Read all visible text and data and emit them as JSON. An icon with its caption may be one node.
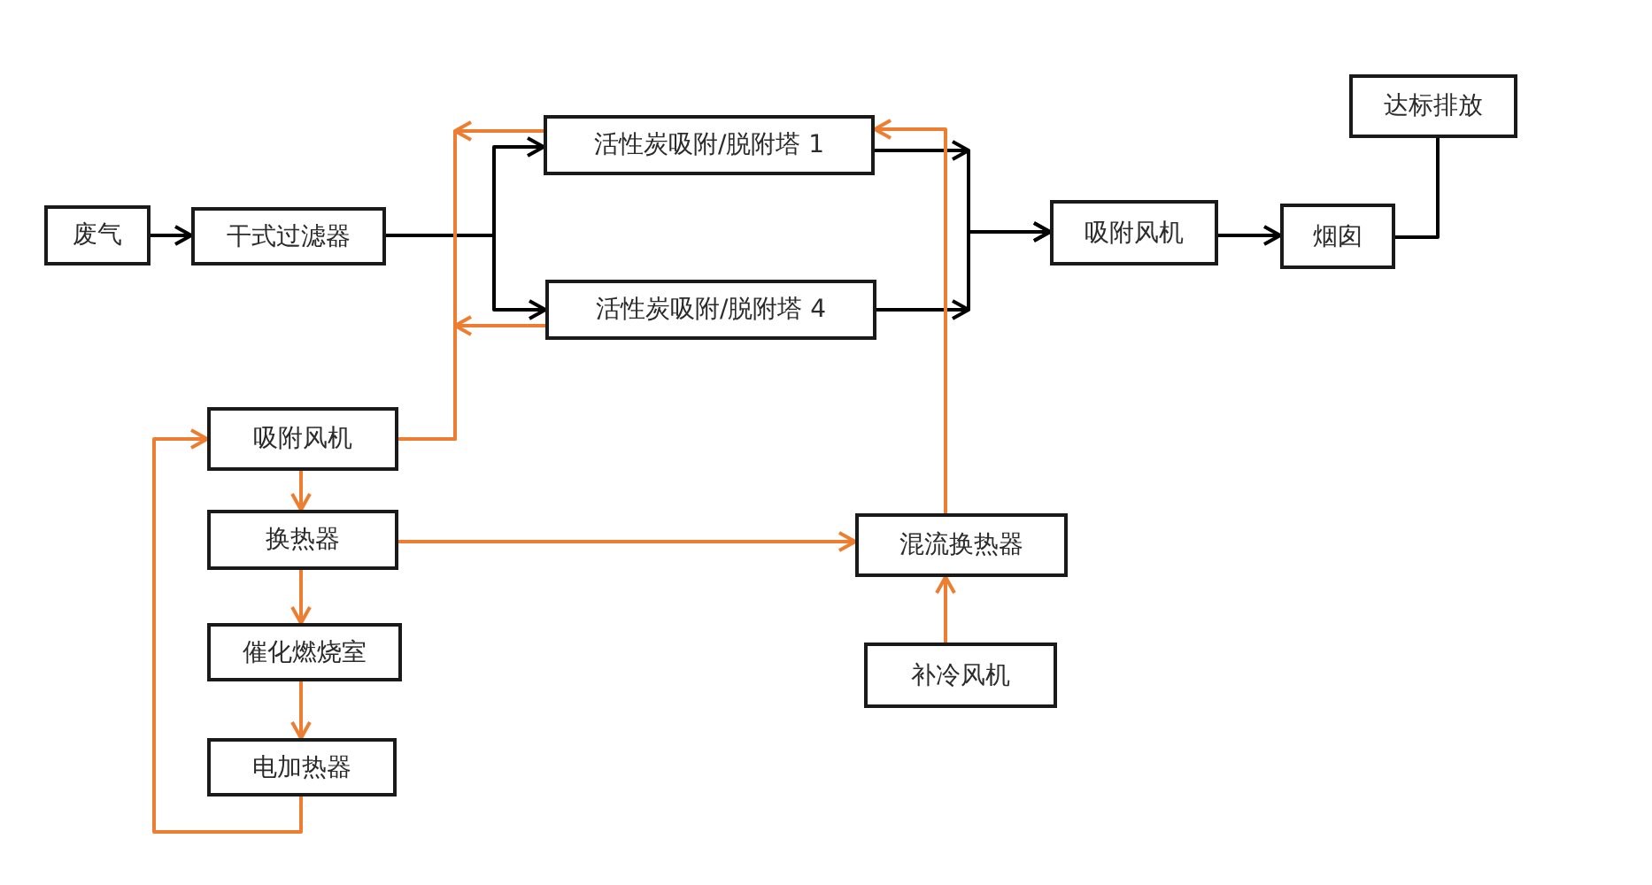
{
  "diagram": {
    "nodes": [
      {
        "text": [
          "废气"
        ]
      },
      {
        "text": [
          "干式过滤器"
        ]
      },
      {
        "text": [
          "活性炭吸附/脱附塔 1"
        ]
      },
      {
        "text": [
          "活性炭吸附/脱附塔 4"
        ]
      },
      {
        "text": [
          "吸附风机"
        ]
      },
      {
        "text": [
          "烟囱"
        ]
      },
      {
        "text": [
          "达标排放"
        ]
      },
      {
        "text": [
          "吸附风机"
        ]
      },
      {
        "text": [
          "换热器"
        ]
      },
      {
        "text": [
          "催化燃烧室"
        ]
      },
      {
        "text": [
          "电加热器"
        ]
      },
      {
        "text": [
          "混流换热器"
        ]
      },
      {
        "text": [
          "补冷风机"
        ]
      }
    ],
    "edges": [
      {
        "from": 0,
        "to": 1,
        "arrow": "to",
        "color": "#000000"
      },
      {
        "from": 1,
        "to": 2,
        "arrow": "to",
        "color": "#000000"
      },
      {
        "from": 1,
        "to": 3,
        "arrow": "to",
        "color": "#000000"
      },
      {
        "from": 2,
        "to": 4,
        "arrow": "to",
        "color": "#000000"
      },
      {
        "from": 3,
        "to": 4,
        "arrow": "to",
        "color": "#000000"
      },
      {
        "from": 4,
        "to": 5,
        "arrow": "to",
        "color": "#000000"
      },
      {
        "from": 5,
        "to": 6,
        "arrow": "none",
        "color": "#000000"
      },
      {
        "from": 2,
        "to": 7,
        "arrow": "to"
      },
      {
        "from": 3,
        "to": 7,
        "arrow": "to"
      },
      {
        "from": 11,
        "to": 2,
        "arrow": "to"
      },
      {
        "from": 7,
        "to": 8,
        "arrow": "to"
      },
      {
        "from": 8,
        "to": 9,
        "arrow": "to"
      },
      {
        "from": 9,
        "to": 10,
        "arrow": "to"
      },
      {
        "from": 10,
        "to": 7,
        "arrow": "to"
      },
      {
        "from": 8,
        "to": 11,
        "arrow": "to"
      },
      {
        "from": 12,
        "to": 11,
        "arrow": "to"
      }
    ]
  }
}
